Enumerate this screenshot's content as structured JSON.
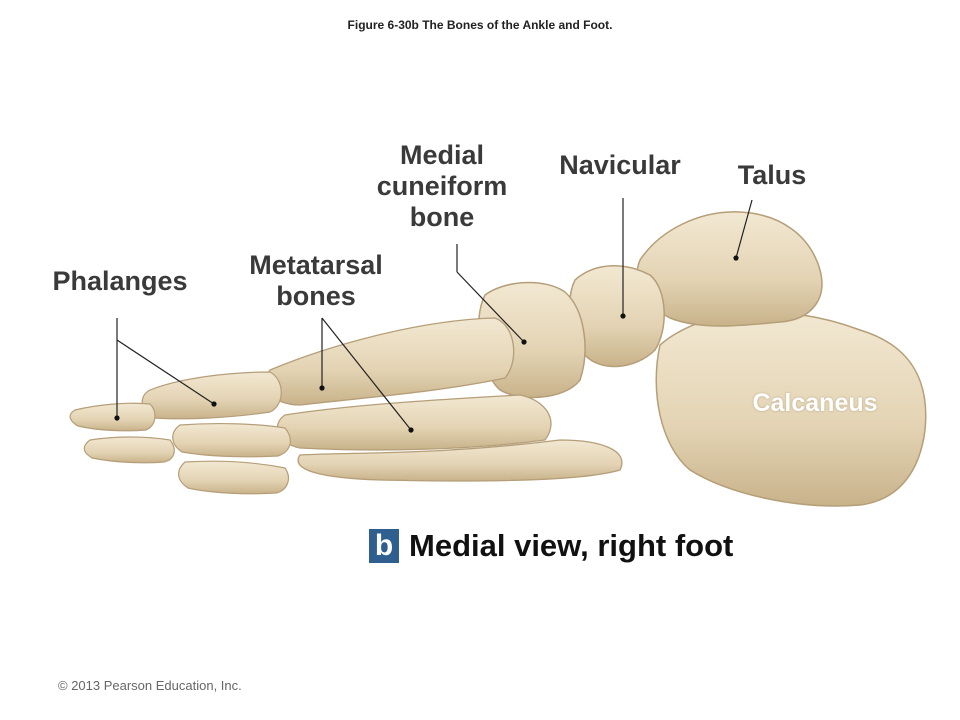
{
  "figure_title": "Figure 6-30b The Bones of the Ankle and Foot.",
  "labels": {
    "phalanges": "Phalanges",
    "metatarsal": [
      "Metatarsal",
      "bones"
    ],
    "medial_cuneiform": [
      "Medial",
      "cuneiform",
      "bone"
    ],
    "navicular": "Navicular",
    "talus": "Talus",
    "calcaneus": "Calcaneus"
  },
  "caption": {
    "badge": "b",
    "text": "Medial view, right foot"
  },
  "copyright": "© 2013 Pearson Education, Inc.",
  "colors": {
    "bone": "#e6d8bd",
    "bone_shadow": "#c9b58f",
    "badge": "#2f5f8f"
  }
}
